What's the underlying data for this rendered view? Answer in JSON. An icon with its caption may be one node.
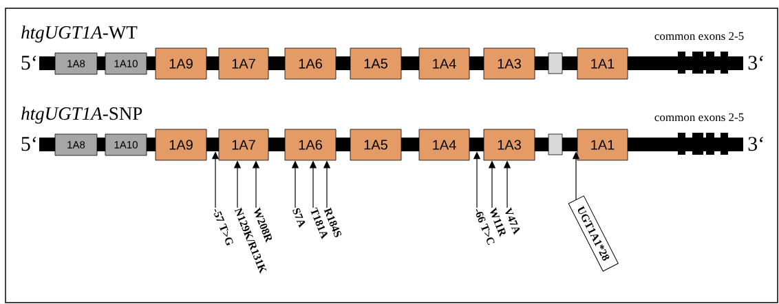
{
  "diagram": {
    "nodes": [
      {
        "text": [
          "1A8"
        ]
      },
      {
        "text": [
          "1A10"
        ]
      },
      {
        "text": [
          "1A9"
        ]
      },
      {
        "text": [
          "1A7"
        ]
      },
      {
        "text": [
          "1A6"
        ]
      },
      {
        "text": [
          "1A5"
        ]
      },
      {
        "text": [
          "1A4"
        ]
      },
      {
        "text": [
          "1A3"
        ]
      },
      {
        "text": [],
        "shape": "box"
      },
      {
        "text": [
          "1A1"
        ]
      },
      {
        "text": [],
        "shape": "bar"
      },
      {
        "text": [],
        "shape": "bar"
      },
      {
        "text": [],
        "shape": "bar"
      },
      {
        "text": [],
        "shape": "bar"
      },
      {
        "text": [
          "1A8"
        ]
      },
      {
        "text": [
          "1A10"
        ]
      },
      {
        "text": [
          "1A9"
        ]
      },
      {
        "text": [
          "1A7"
        ]
      },
      {
        "text": [
          "1A6"
        ]
      },
      {
        "text": [
          "1A5"
        ]
      },
      {
        "text": [
          "1A4"
        ]
      },
      {
        "text": [
          "1A3"
        ]
      },
      {
        "text": [],
        "shape": "box"
      },
      {
        "text": [
          "1A1"
        ]
      },
      {
        "text": [],
        "shape": "bar"
      },
      {
        "text": [],
        "shape": "bar"
      },
      {
        "text": [],
        "shape": "bar"
      },
      {
        "text": [],
        "shape": "bar"
      },
      {
        "text": [
          "-57 T>G"
        ]
      },
      {
        "text": [
          "N129K/R131K"
        ]
      },
      {
        "text": [
          "W208R"
        ]
      },
      {
        "text": [
          "S7A"
        ]
      },
      {
        "text": [
          "T181A"
        ]
      },
      {
        "text": [
          "R184S"
        ]
      },
      {
        "text": [
          "-66 T>C"
        ]
      },
      {
        "text": [
          "W11R"
        ]
      },
      {
        "text": [
          "V47A"
        ]
      },
      {
        "text": [
          "UGT1A1*28"
        ]
      },
      {
        "text": [],
        "shape": "bar"
      },
      {
        "text": [],
        "shape": "bar"
      }
    ],
    "edges": [
      {
        "from": 28,
        "to": 39,
        "arrow": "to"
      },
      {
        "from": 29,
        "to": 17,
        "arrow": "to"
      },
      {
        "from": 30,
        "to": 17,
        "arrow": "to"
      },
      {
        "from": 31,
        "to": 18,
        "arrow": "to"
      },
      {
        "from": 32,
        "to": 18,
        "arrow": "to"
      },
      {
        "from": 33,
        "to": 18,
        "arrow": "to"
      },
      {
        "from": 34,
        "to": 39,
        "arrow": "to"
      },
      {
        "from": 35,
        "to": 21,
        "arrow": "to"
      },
      {
        "from": 36,
        "to": 21,
        "arrow": "to"
      },
      {
        "from": 37,
        "to": 39,
        "arrow": "to"
      }
    ],
    "labels": [
      "*htgUGT1A*-WT",
      "common exons 2-5",
      "5‘",
      "3‘",
      "*htgUGT1A*-SNP",
      "common exons 2-5",
      "5‘",
      "3‘"
    ]
  }
}
